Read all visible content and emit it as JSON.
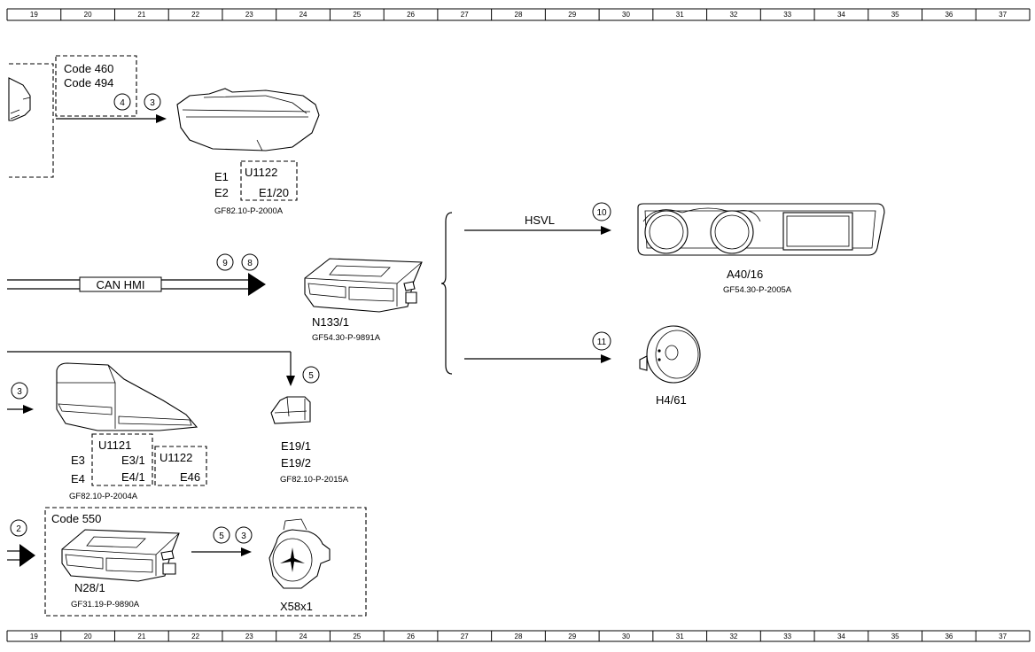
{
  "grid_columns": [
    "19",
    "20",
    "21",
    "22",
    "23",
    "24",
    "25",
    "26",
    "27",
    "28",
    "29",
    "30",
    "31",
    "32",
    "33",
    "34",
    "35",
    "36",
    "37"
  ],
  "code_box_top": {
    "line1": "Code 460",
    "line2": "Code 494"
  },
  "headlamp": {
    "left_labels": [
      "E1",
      "E2"
    ],
    "box_labels": [
      "U1122",
      "E1/20"
    ],
    "ref": "GF82.10-P-2000A"
  },
  "bus": {
    "label": "CAN HMI"
  },
  "n133": {
    "label": "N133/1",
    "ref": "GF54.30-P-9891A"
  },
  "hsvl": {
    "label": "HSVL"
  },
  "a40": {
    "label": "A40/16",
    "ref": "GF54.30-P-2005A"
  },
  "h4": {
    "label": "H4/61"
  },
  "taillamp": {
    "left_labels": [
      "E3",
      "E4"
    ],
    "box1_labels": [
      "U1121",
      "E3/1",
      "E4/1"
    ],
    "box2_labels": [
      "U1122",
      "E46"
    ],
    "ref": "GF82.10-P-2004A"
  },
  "e19": {
    "labels": [
      "E19/1",
      "E19/2"
    ],
    "ref": "GF82.10-P-2015A"
  },
  "code_box_bottom": {
    "label": "Code 550"
  },
  "n28": {
    "label": "N28/1",
    "ref": "GF31.19-P-9890A"
  },
  "x58": {
    "label": "X58x1"
  },
  "circle_refs": {
    "c4": "4",
    "c3a": "3",
    "c9": "9",
    "c8": "8",
    "c10": "10",
    "c11": "11",
    "c5a": "5",
    "c3b": "3",
    "c2": "2",
    "c5b": "5",
    "c3c": "3"
  }
}
